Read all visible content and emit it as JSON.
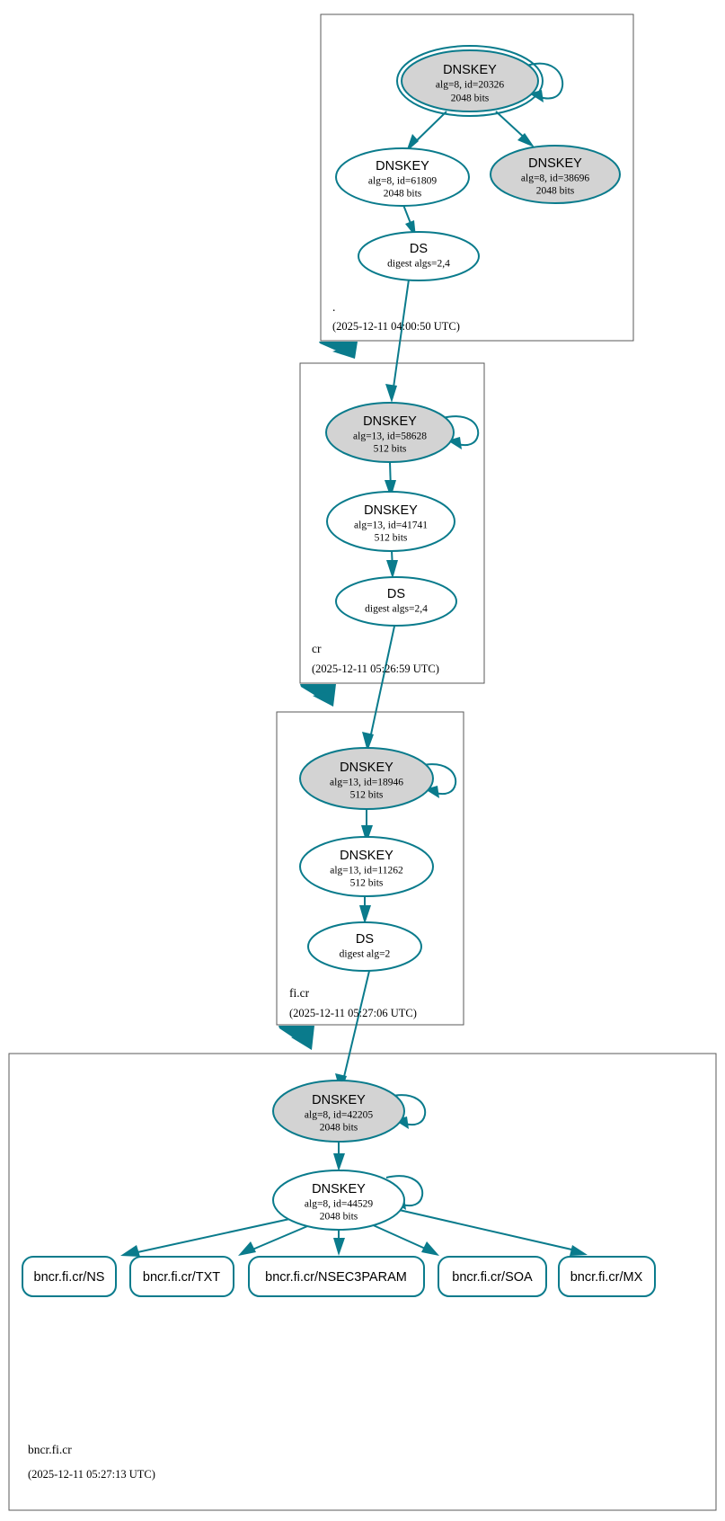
{
  "diagram": {
    "type": "dnssec-authentication-chain",
    "title": "DNSSEC authentication chain for bncr.fi.cr",
    "colors": {
      "edge": "#0a7b8c",
      "node_stroke": "#0a7b8c",
      "node_fill_secure": "#d3d3d3",
      "node_fill_plain": "#ffffff",
      "zone_border": "#595959",
      "background": "#ffffff",
      "text": "#000000"
    }
  },
  "zones": [
    {
      "id": "root",
      "name": ".",
      "timestamp": "(2025-12-11 04:00:50 UTC)",
      "nodes": [
        {
          "id": "root-ksk-20326",
          "kind": "DNSKEY",
          "title": "DNSKEY",
          "params": "alg=8, id=20326",
          "bits": "2048 bits",
          "fill": "grey",
          "trust_anchor": true,
          "self_signed": true
        },
        {
          "id": "root-zsk-61809",
          "kind": "DNSKEY",
          "title": "DNSKEY",
          "params": "alg=8, id=61809",
          "bits": "2048 bits",
          "fill": "white",
          "trust_anchor": false,
          "self_signed": false
        },
        {
          "id": "root-key-38696",
          "kind": "DNSKEY",
          "title": "DNSKEY",
          "params": "alg=8, id=38696",
          "bits": "2048 bits",
          "fill": "grey",
          "trust_anchor": false,
          "self_signed": false
        },
        {
          "id": "root-ds",
          "kind": "DS",
          "title": "DS",
          "params": "digest algs=2,4",
          "bits": "",
          "fill": "white",
          "trust_anchor": false,
          "self_signed": false
        }
      ]
    },
    {
      "id": "cr",
      "name": "cr",
      "timestamp": "(2025-12-11 05:26:59 UTC)",
      "nodes": [
        {
          "id": "cr-ksk-58628",
          "kind": "DNSKEY",
          "title": "DNSKEY",
          "params": "alg=13, id=58628",
          "bits": "512 bits",
          "fill": "grey",
          "trust_anchor": false,
          "self_signed": true
        },
        {
          "id": "cr-zsk-41741",
          "kind": "DNSKEY",
          "title": "DNSKEY",
          "params": "alg=13, id=41741",
          "bits": "512 bits",
          "fill": "white",
          "trust_anchor": false,
          "self_signed": false
        },
        {
          "id": "cr-ds",
          "kind": "DS",
          "title": "DS",
          "params": "digest algs=2,4",
          "bits": "",
          "fill": "white",
          "trust_anchor": false,
          "self_signed": false
        }
      ]
    },
    {
      "id": "ficr",
      "name": "fi.cr",
      "timestamp": "(2025-12-11 05:27:06 UTC)",
      "nodes": [
        {
          "id": "ficr-ksk-18946",
          "kind": "DNSKEY",
          "title": "DNSKEY",
          "params": "alg=13, id=18946",
          "bits": "512 bits",
          "fill": "grey",
          "trust_anchor": false,
          "self_signed": true
        },
        {
          "id": "ficr-zsk-11262",
          "kind": "DNSKEY",
          "title": "DNSKEY",
          "params": "alg=13, id=11262",
          "bits": "512 bits",
          "fill": "white",
          "trust_anchor": false,
          "self_signed": false
        },
        {
          "id": "ficr-ds",
          "kind": "DS",
          "title": "DS",
          "params": "digest alg=2",
          "bits": "",
          "fill": "white",
          "trust_anchor": false,
          "self_signed": false
        }
      ]
    },
    {
      "id": "bncrficr",
      "name": "bncr.fi.cr",
      "timestamp": "(2025-12-11 05:27:13 UTC)",
      "nodes": [
        {
          "id": "bncr-ksk-42205",
          "kind": "DNSKEY",
          "title": "DNSKEY",
          "params": "alg=8, id=42205",
          "bits": "2048 bits",
          "fill": "grey",
          "trust_anchor": false,
          "self_signed": true
        },
        {
          "id": "bncr-zsk-44529",
          "kind": "DNSKEY",
          "title": "DNSKEY",
          "params": "alg=8, id=44529",
          "bits": "2048 bits",
          "fill": "white",
          "trust_anchor": false,
          "self_signed": true
        }
      ],
      "rrsets": [
        {
          "id": "rr-ns",
          "label": "bncr.fi.cr/NS"
        },
        {
          "id": "rr-txt",
          "label": "bncr.fi.cr/TXT"
        },
        {
          "id": "rr-nsec3param",
          "label": "bncr.fi.cr/NSEC3PARAM"
        },
        {
          "id": "rr-soa",
          "label": "bncr.fi.cr/SOA"
        },
        {
          "id": "rr-mx",
          "label": "bncr.fi.cr/MX"
        }
      ]
    }
  ]
}
